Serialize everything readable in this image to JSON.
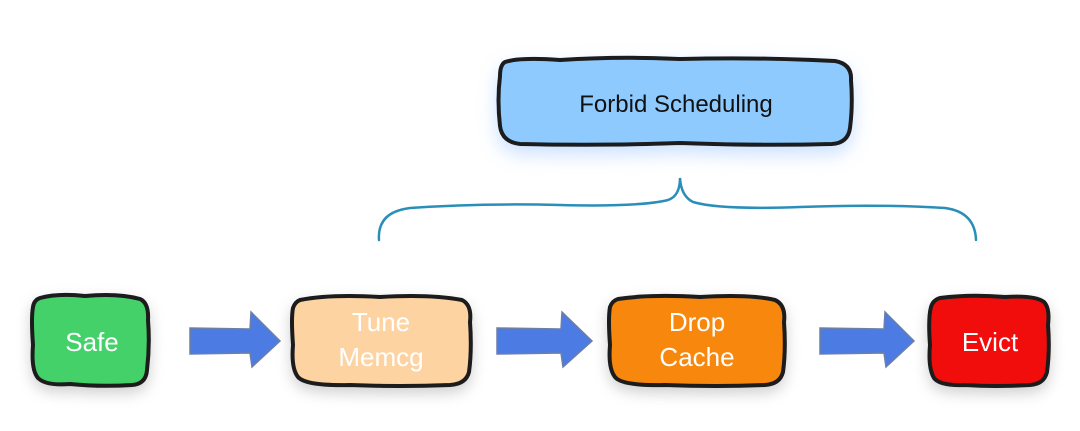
{
  "diagram": {
    "nodes": {
      "safe": {
        "label": "Safe",
        "color": "#44d16b"
      },
      "tune_memcg": {
        "line1": "Tune",
        "line2": "Memcg",
        "color": "#fdd3a2"
      },
      "drop_cache": {
        "line1": "Drop",
        "line2": "Cache",
        "color": "#f88710"
      },
      "evict": {
        "label": "Evict",
        "color": "#f2110f"
      },
      "forbid_scheduling": {
        "label": "Forbid Scheduling",
        "color": "#8fcafe"
      }
    },
    "edges": [
      {
        "from": "safe",
        "to": "tune_memcg"
      },
      {
        "from": "tune_memcg",
        "to": "drop_cache"
      },
      {
        "from": "drop_cache",
        "to": "evict"
      }
    ],
    "group": {
      "label_node": "forbid_scheduling",
      "spans": [
        "tune_memcg",
        "drop_cache",
        "evict"
      ]
    },
    "colors": {
      "arrow": "#4b7be3",
      "brace": "#2a8fb8",
      "border": "#1a1a1a"
    }
  }
}
